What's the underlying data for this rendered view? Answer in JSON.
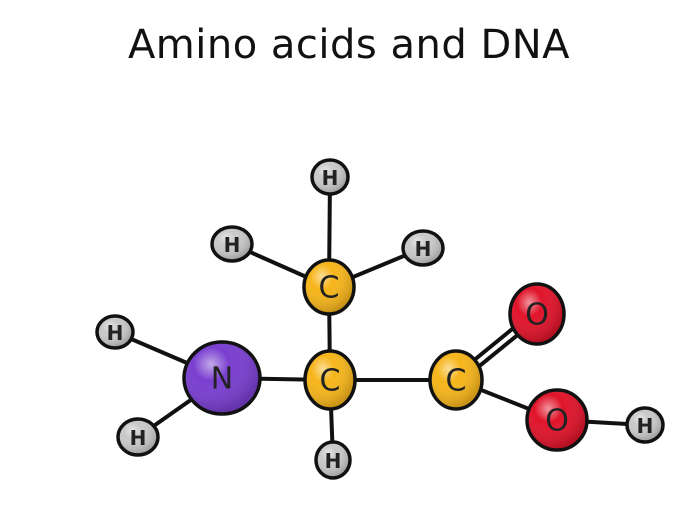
{
  "title": "Amino acids and DNA",
  "colors": {
    "H": "#c9c9c9",
    "C": "#f6b51b",
    "N": "#7a3fd0",
    "O": "#e0142b",
    "outline": "#111111"
  },
  "atoms": [
    {
      "id": "h-top",
      "element": "H",
      "label": "H"
    },
    {
      "id": "h-upper-left",
      "element": "H",
      "label": "H"
    },
    {
      "id": "h-upper-right",
      "element": "H",
      "label": "H"
    },
    {
      "id": "c-methyl",
      "element": "C",
      "label": "C"
    },
    {
      "id": "h-amine-top",
      "element": "H",
      "label": "H"
    },
    {
      "id": "n-amine",
      "element": "N",
      "label": "N"
    },
    {
      "id": "c-alpha",
      "element": "C",
      "label": "C"
    },
    {
      "id": "c-carboxyl",
      "element": "C",
      "label": "C"
    },
    {
      "id": "o-double",
      "element": "O",
      "label": "O"
    },
    {
      "id": "o-hydroxyl",
      "element": "O",
      "label": "O"
    },
    {
      "id": "h-hydroxyl",
      "element": "H",
      "label": "H"
    },
    {
      "id": "h-amine-bottom",
      "element": "H",
      "label": "H"
    },
    {
      "id": "h-alpha",
      "element": "H",
      "label": "H"
    }
  ],
  "bonds": [
    [
      "h-top",
      "c-methyl",
      1
    ],
    [
      "h-upper-left",
      "c-methyl",
      1
    ],
    [
      "h-upper-right",
      "c-methyl",
      1
    ],
    [
      "c-methyl",
      "c-alpha",
      1
    ],
    [
      "h-amine-top",
      "n-amine",
      1
    ],
    [
      "h-amine-bottom",
      "n-amine",
      1
    ],
    [
      "n-amine",
      "c-alpha",
      1
    ],
    [
      "c-alpha",
      "h-alpha",
      1
    ],
    [
      "c-alpha",
      "c-carboxyl",
      1
    ],
    [
      "c-carboxyl",
      "o-double",
      2
    ],
    [
      "c-carboxyl",
      "o-hydroxyl",
      1
    ],
    [
      "o-hydroxyl",
      "h-hydroxyl",
      1
    ]
  ]
}
